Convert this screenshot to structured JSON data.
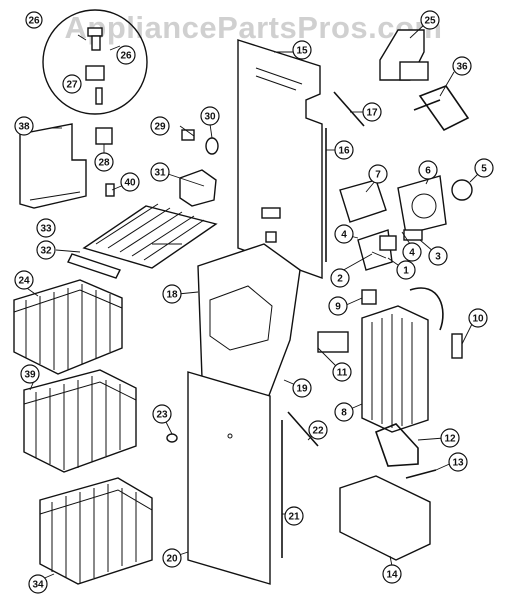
{
  "watermark": "AppliancePartsPros.com",
  "callouts": [
    "26",
    "25",
    "26",
    "27",
    "15",
    "36",
    "38",
    "29",
    "30",
    "17",
    "28",
    "16",
    "7",
    "6",
    "5",
    "40",
    "31",
    "4",
    "3",
    "4",
    "33",
    "2",
    "1",
    "32",
    "24",
    "9",
    "18",
    "10",
    "19",
    "11",
    "39",
    "8",
    "12",
    "23",
    "22",
    "13",
    "21",
    "20",
    "14",
    "34"
  ]
}
